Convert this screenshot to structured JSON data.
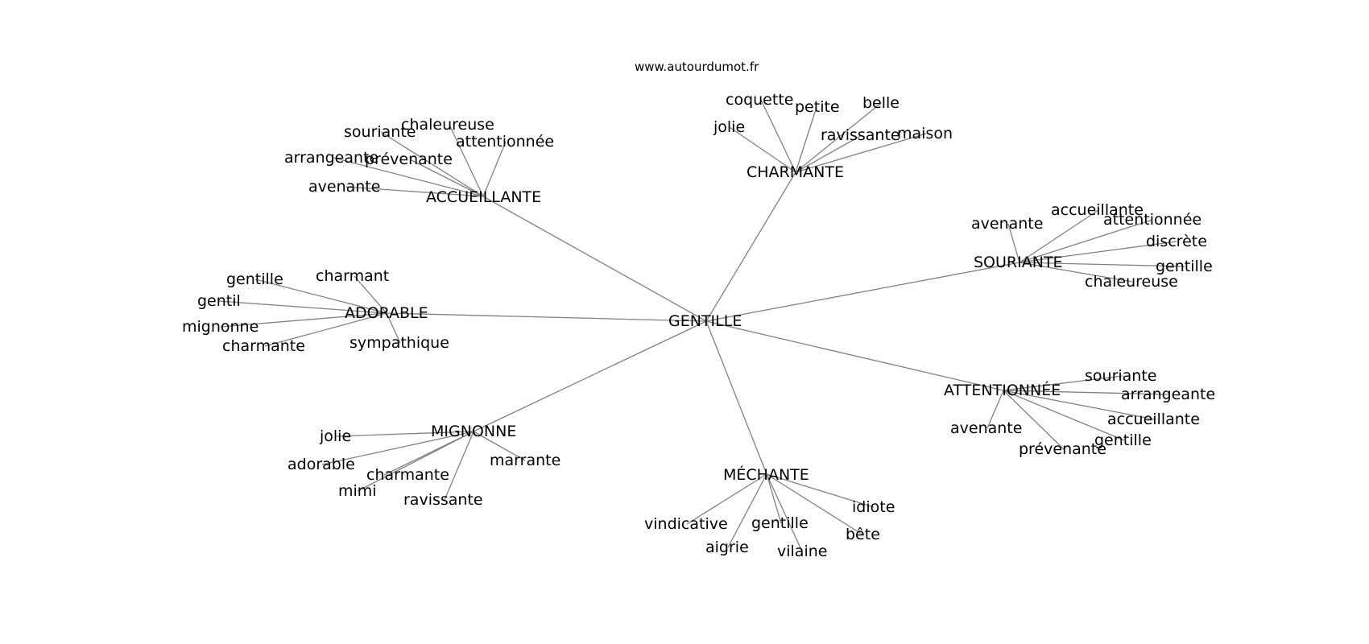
{
  "source": "www.autourdumot.fr",
  "center": "GENTILLE",
  "hubs": [
    {
      "label": "ACCUEILLANTE",
      "leaves": [
        "souriante",
        "chaleureuse",
        "attentionnée",
        "arrangeante",
        "prévenante",
        "avenante"
      ]
    },
    {
      "label": "CHARMANTE",
      "leaves": [
        "coquette",
        "petite",
        "belle",
        "jolie",
        "ravissante",
        "maison"
      ]
    },
    {
      "label": "SOURIANTE",
      "leaves": [
        "accueillante",
        "avenante",
        "attentionnée",
        "discrète",
        "gentille",
        "chaleureuse"
      ]
    },
    {
      "label": "ADORABLE",
      "leaves": [
        "charmant",
        "gentille",
        "gentil",
        "mignonne",
        "charmante",
        "sympathique"
      ]
    },
    {
      "label": "ATTENTIONNÉE",
      "leaves": [
        "souriante",
        "arrangeante",
        "accueillante",
        "avenante",
        "gentille",
        "prévenante"
      ]
    },
    {
      "label": "MIGNONNE",
      "leaves": [
        "jolie",
        "adorable",
        "marrante",
        "charmante",
        "mimi",
        "ravissante"
      ]
    },
    {
      "label": "MÉCHANTE",
      "leaves": [
        "idiote",
        "vindicative",
        "gentille",
        "bête",
        "aigrie",
        "vilaine"
      ]
    }
  ]
}
